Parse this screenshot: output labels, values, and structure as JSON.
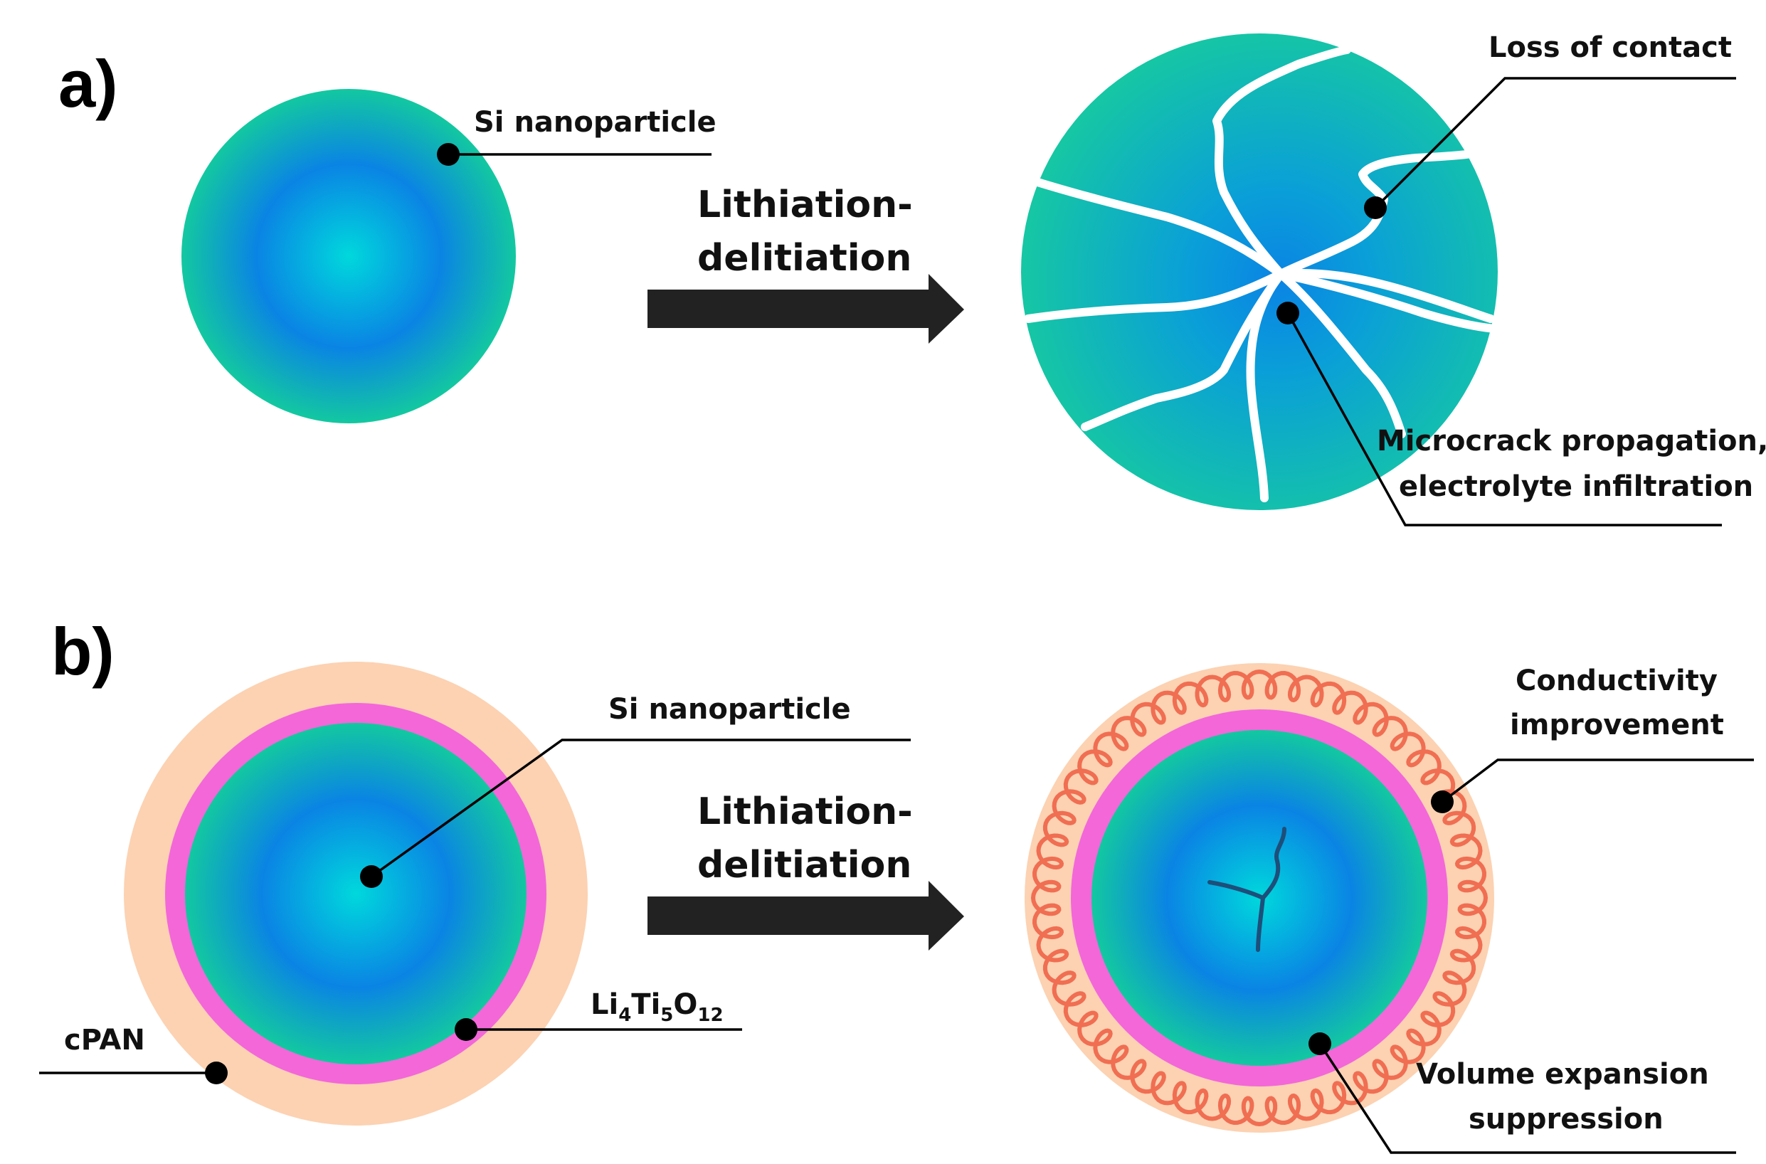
{
  "panels": {
    "a": {
      "label": "a)",
      "si_label": "Si nanoparticle",
      "process_line1": "Lithiation-",
      "process_line2": "delitiation",
      "loss_label": "Loss of contact",
      "crack_line1": "Microcrack propagation,",
      "crack_line2": "electrolyte infiltration"
    },
    "b": {
      "label": "b)",
      "si_label": "Si nanoparticle",
      "process_line1": "Lithiation-",
      "process_line2": "delitiation",
      "lto_base": "Li",
      "lto_sub1": "4",
      "lto_mid": "Ti",
      "lto_sub2": "5",
      "lto_end": "O",
      "lto_sub3": "12",
      "cpan_label": "cPAN",
      "conductivity_line1": "Conductivity",
      "conductivity_line2": "improvement",
      "volume_line1": "Volume expansion",
      "volume_line2": "suppression"
    }
  },
  "colors": {
    "core_center": "#00d8dc",
    "core_mid": "#0a84e4",
    "core_edge": "#13c8a0",
    "lto_shell": "#f367d9",
    "cpan_shell": "#fcd2b2",
    "carbon_coil": "#f06e52",
    "arrow": "#222222"
  }
}
